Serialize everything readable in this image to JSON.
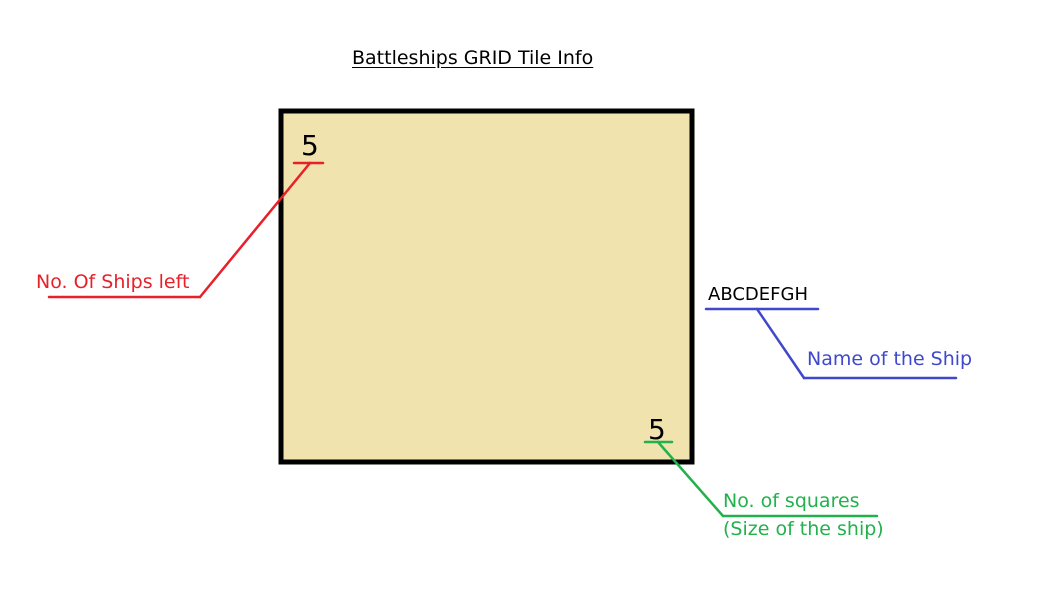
{
  "title": "Battleships GRID Tile Info",
  "tile": {
    "fill_color": "#f0e3ae",
    "border_color": "#000000",
    "ships_left_value": "5",
    "squares_value": "5"
  },
  "ship_name": "ABCDEFGH",
  "annotations": {
    "ships_left": {
      "text": "No. Of Ships left",
      "color": "#e8202a"
    },
    "ship_name": {
      "text": "Name of the Ship",
      "color": "#3f48cc"
    },
    "squares": {
      "line1": "No. of squares",
      "line2": "(Size of the ship)",
      "color": "#22b14c"
    }
  }
}
